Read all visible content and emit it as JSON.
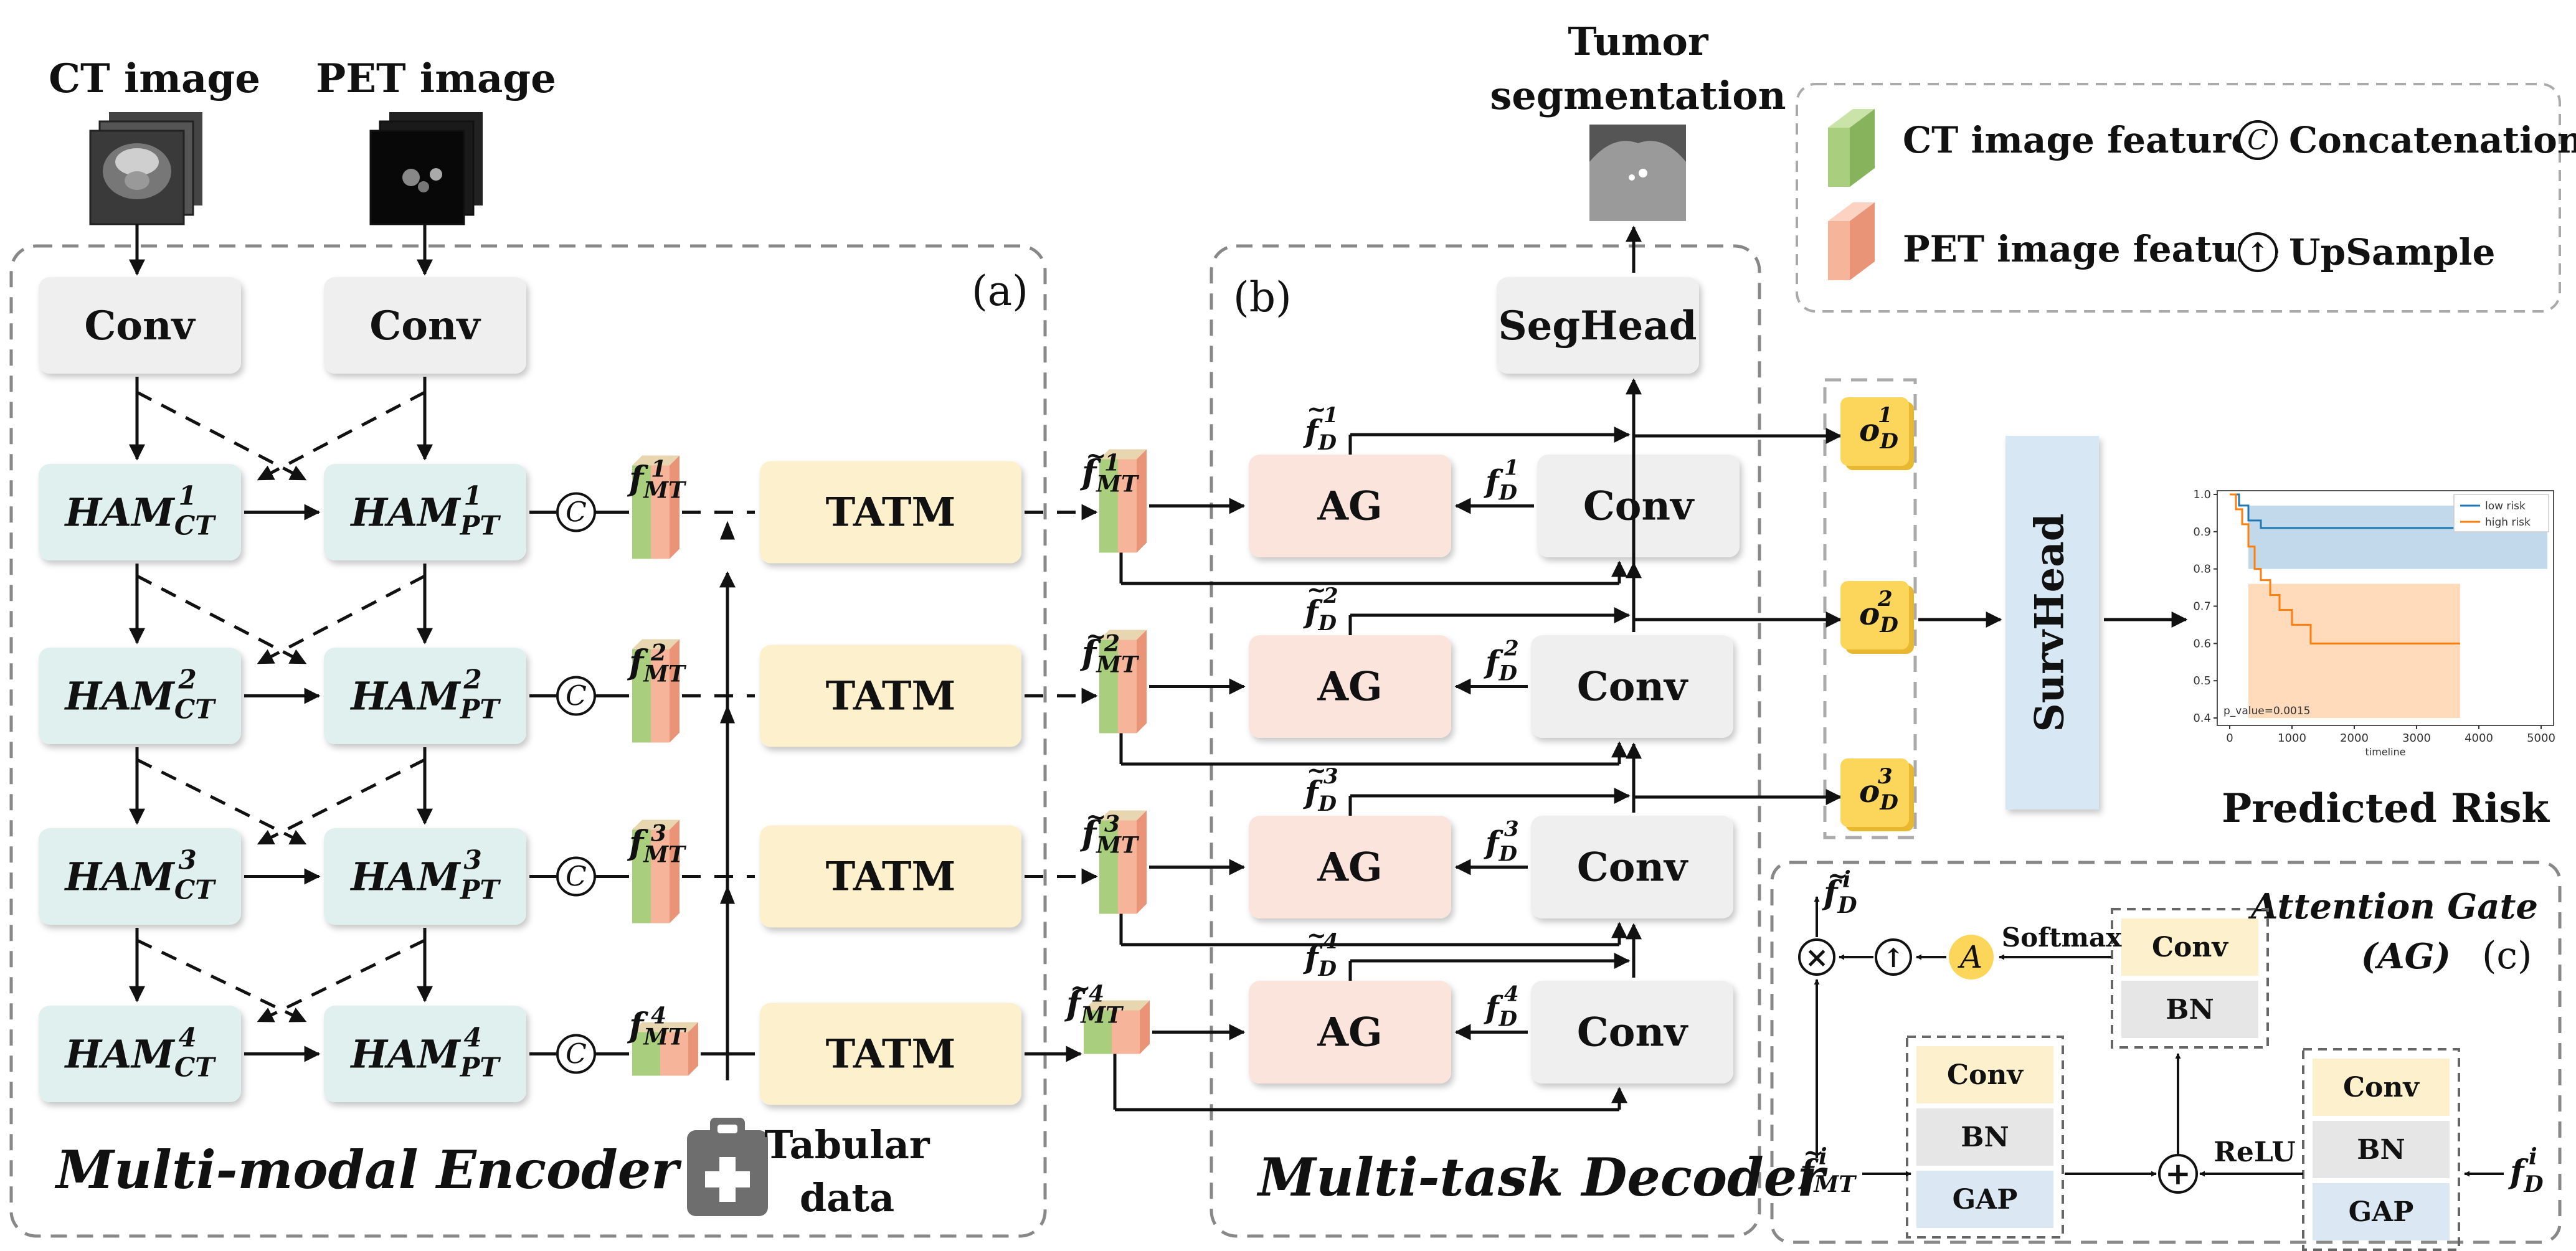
{
  "inputs": {
    "ct_label": "CT image",
    "pet_label": "PET image",
    "tabular_line1": "Tabular",
    "tabular_line2": "data"
  },
  "encoder": {
    "panel_tag": "(a)",
    "title": "Multi-modal Encoder",
    "conv_label": "Conv",
    "ham_base": "HAM",
    "ct_sub": "CT",
    "pt_sub": "PT",
    "concat_symbol": "C",
    "feature_base": "f",
    "feature_sub": "MT",
    "levels": [
      "1",
      "2",
      "3",
      "4"
    ]
  },
  "tatm_label": "TATM",
  "decoder": {
    "panel_tag": "(b)",
    "title": "Multi-task Decoder",
    "ag_label": "AG",
    "conv_label": "Conv",
    "seghead_label": "SegHead",
    "fd_base": "f",
    "fd_sub": "D"
  },
  "segmentation": {
    "line1": "Tumor",
    "line2": "segmentation"
  },
  "outputs": {
    "o_base": "o",
    "o_sub": "D",
    "o_levels": [
      "1",
      "2",
      "3"
    ],
    "survhead_label": "SurvHead",
    "predicted_risk_label": "Predicted Risk"
  },
  "legend": {
    "ct_feature": "CT image feature",
    "pet_feature": "PET image feature",
    "concat_symbol": "C",
    "concat_label": "Concatenation",
    "upsample_symbol": "↑",
    "upsample_label": "UpSample"
  },
  "attention_gate": {
    "title_line1": "Attention Gate",
    "title_line2": "(AG)",
    "panel_tag": "(c)",
    "conv": "Conv",
    "bn": "BN",
    "gap": "GAP",
    "relu": "ReLU",
    "softmax": "Softmax",
    "a_symbol": "A",
    "times_symbol": "×",
    "plus_symbol": "+",
    "up_symbol": "↑",
    "f_mt_label": "f",
    "f_mt_sub": "MT",
    "f_mt_sup": "i",
    "f_d_label": "f",
    "f_d_sub": "D",
    "f_d_sup": "i"
  },
  "colors": {
    "ham_fill": "#dff0ef",
    "conv_fill": "#efefef",
    "tatm_fill": "#fdf0cc",
    "ag_fill": "#fbe4dc",
    "survhead_fill": "#d7e7f4",
    "o_fill": "#fcd65a",
    "ct_feature": "#a9cf7e",
    "pet_feature": "#f6b49a",
    "gap_fill": "#dbe8f4",
    "bn_fill": "#e6e6e6"
  },
  "chart_data": {
    "type": "line",
    "x_tick_labels": [
      "0",
      "1000",
      "2000",
      "3000",
      "4000",
      "5000"
    ],
    "y_tick_labels": [
      "0.4",
      "0.5",
      "0.6",
      "0.7",
      "0.8",
      "0.9",
      "1.0"
    ],
    "xlim": [
      -200,
      5200
    ],
    "ylim": [
      0.38,
      1.01
    ],
    "xlabel": "timeline",
    "legend_position": "top-right",
    "annotation": "p_value=0.0015",
    "series": [
      {
        "name": "low risk",
        "color": "#1f77b4",
        "points": [
          [
            0,
            1.0
          ],
          [
            150,
            0.97
          ],
          [
            300,
            0.93
          ],
          [
            500,
            0.91
          ],
          [
            5100,
            0.91
          ]
        ],
        "ci_lower": 0.8,
        "ci_upper": 0.97
      },
      {
        "name": "high risk",
        "color": "#ff7f0e",
        "points": [
          [
            0,
            1.0
          ],
          [
            100,
            0.96
          ],
          [
            200,
            0.92
          ],
          [
            300,
            0.86
          ],
          [
            400,
            0.8
          ],
          [
            500,
            0.77
          ],
          [
            650,
            0.73
          ],
          [
            800,
            0.69
          ],
          [
            1000,
            0.65
          ],
          [
            1300,
            0.6
          ],
          [
            3700,
            0.6
          ]
        ],
        "ci_lower": 0.4,
        "ci_upper": 0.76
      }
    ]
  }
}
